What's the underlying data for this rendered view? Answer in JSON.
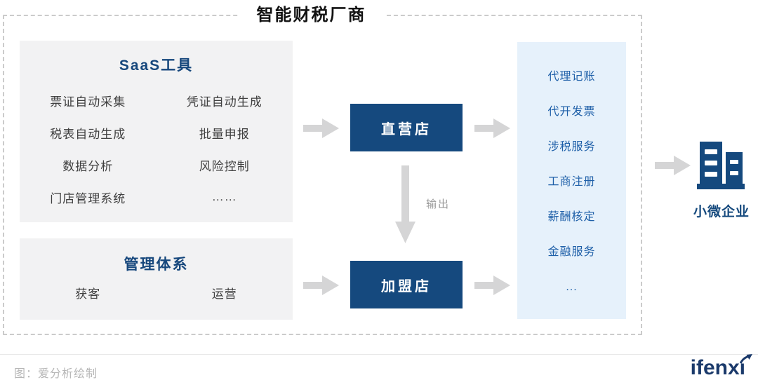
{
  "title": "智能财税厂商",
  "saas_box": {
    "title": "SaaS工具",
    "items": [
      "票证自动采集",
      "凭证自动生成",
      "税表自动生成",
      "批量申报",
      "数据分析",
      "风险控制",
      "门店管理系统",
      "……"
    ]
  },
  "management_box": {
    "title": "管理体系",
    "items": [
      "获客",
      "运营"
    ]
  },
  "stores": {
    "direct_label": "直营店",
    "franchise_label": "加盟店",
    "output_label": "输出"
  },
  "services_box": {
    "items": [
      "代理记账",
      "代开发票",
      "涉税服务",
      "工商注册",
      "薪酬核定",
      "金融服务",
      "..."
    ]
  },
  "customer": {
    "icon": "buildings-icon",
    "label": "小微企业"
  },
  "footer": {
    "caption": "图：爱分析绘制",
    "logo_prefix": "ifenx",
    "logo_dotless_i": "ı",
    "logo_name": "ifenxi"
  },
  "colors": {
    "navy": "#15497E",
    "blue_title": "#16477C",
    "services_text": "#1E5FA8",
    "light_blue_bg": "#E6F1FB",
    "gray_bg": "#F2F2F3",
    "arrow_gray": "#D5D5D6",
    "dashed_border": "#CBCBCB",
    "logo_navy": "#1B3A6B"
  }
}
